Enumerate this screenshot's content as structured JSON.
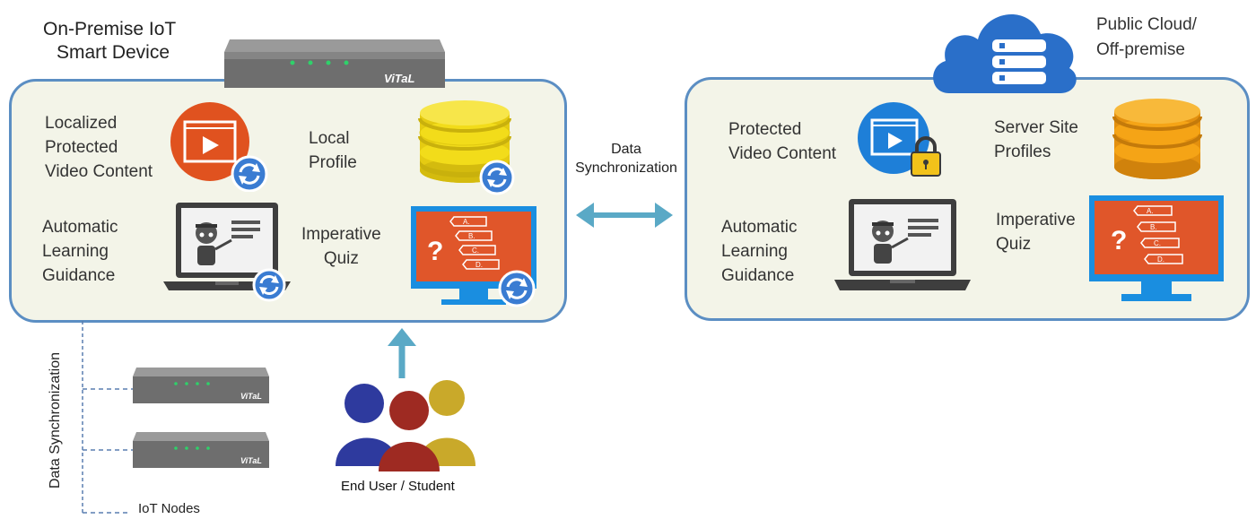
{
  "left_title": [
    "On-Premise IoT",
    "Smart Device"
  ],
  "right_title": [
    "Public Cloud/",
    "Off-premise"
  ],
  "device_brand": "ViTaL",
  "left_panel": {
    "video_label": [
      "Localized",
      "Protected",
      "Video Content"
    ],
    "profile_label": [
      "Local",
      "Profile"
    ],
    "guidance_label": [
      "Automatic",
      "Learning",
      "Guidance"
    ],
    "quiz_label": [
      "Imperative",
      "Quiz"
    ]
  },
  "right_panel": {
    "video_label": [
      "Protected",
      "Video Content"
    ],
    "profile_label": [
      "Server Site",
      "Profiles"
    ],
    "guidance_label": [
      "Automatic",
      "Learning",
      "Guidance"
    ],
    "quiz_label": [
      "Imperative",
      "Quiz"
    ]
  },
  "sync_label": [
    "Data",
    "Synchronization"
  ],
  "vertical_sync_label": "Data Synchronization",
  "iot_nodes_label": "IoT Nodes",
  "end_user_label": "End User / Student",
  "quiz_options": [
    "A.",
    "B.",
    "C.",
    "D."
  ],
  "quiz_symbol": "?",
  "colors": {
    "panel_border": "#5b8ec3",
    "panel_fill": "#f3f4e8",
    "arrow": "#5aa9c6",
    "video_orange": "#e0521f",
    "video_blue": "#1e7fd8",
    "db_yellow": "#f2dc1a",
    "db_orange": "#f5a416",
    "quiz_orange": "#e0562a",
    "cloud_blue": "#2a6fc9"
  }
}
